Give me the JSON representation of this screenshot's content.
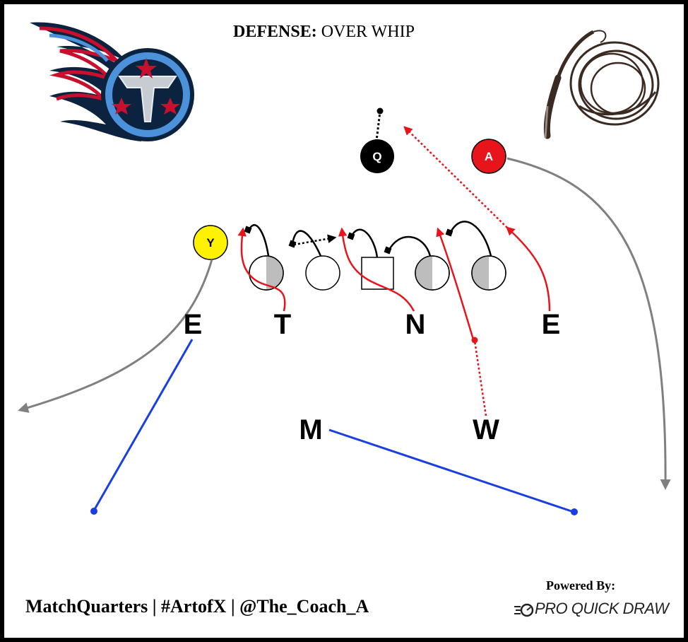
{
  "title": {
    "bold": "DEFENSE:",
    "rest": "OVER WHIP"
  },
  "players": {
    "defense": {
      "e_left": "E",
      "t": "T",
      "n": "N",
      "e_right": "E",
      "m": "M",
      "w": "W"
    },
    "offense": {
      "q": "Q",
      "y": "Y",
      "a": "A"
    }
  },
  "footer": {
    "credits": "MatchQuarters | #ArtofX | @The_Coach_A",
    "powered_by": "Powered By:",
    "brand": "PRO QUICK DRAW"
  },
  "colors": {
    "stunt": "#e8141c",
    "coverage": "#1a3fe0",
    "route": "#808080",
    "offense_line": "#000000",
    "y_fill": "#fff200",
    "a_fill": "#e8141c",
    "logo_navy": "#0c2340",
    "logo_blue": "#4b92db",
    "logo_red": "#c8102e"
  },
  "icons": [
    "titans-logo-icon",
    "whip-icon",
    "pro-quick-draw-icon"
  ]
}
